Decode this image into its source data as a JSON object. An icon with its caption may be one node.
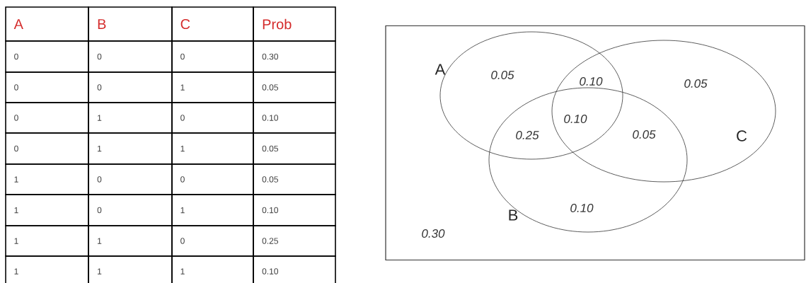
{
  "diagram": {
    "nodes": [
      {
        "text": [
          "0.30"
        ]
      },
      {
        "text": [
          "A",
          "0.05"
        ],
        "in": 0
      },
      {
        "text": [
          "B",
          "0.10"
        ],
        "in": 0
      },
      {
        "text": [
          "C",
          "0.05"
        ],
        "in": 0
      }
    ],
    "labels": [
      "A",
      "B",
      "C",
      "Prob",
      "0",
      "0",
      "0",
      "0.30",
      "0",
      "0",
      "1",
      "0.05",
      "0",
      "1",
      "0",
      "0.10",
      "0",
      "1",
      "1",
      "0.05",
      "1",
      "0",
      "0",
      "0.05",
      "1",
      "0",
      "1",
      "0.10",
      "1",
      "1",
      "0",
      "0.25",
      "1",
      "1",
      "1",
      "0.10",
      "0.10",
      "0.10",
      "0.25",
      "0.05"
    ]
  }
}
